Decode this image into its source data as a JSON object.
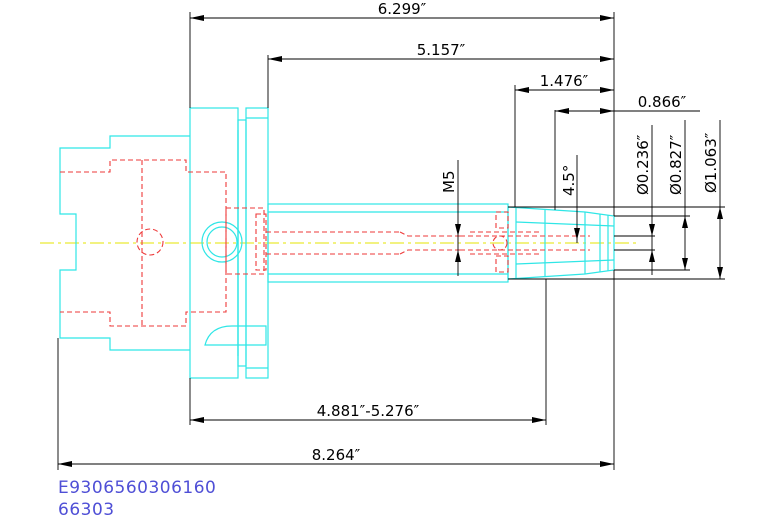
{
  "dimensions": {
    "overall_top": "6.299″",
    "flange_to_end": "5.157″",
    "nose_length": "1.476″",
    "tip_length": "0.866″",
    "thread": "M5",
    "angle": "4.5°",
    "bore_dia": "Ø0.236″",
    "tip_dia": "Ø0.827″",
    "nose_dia": "Ø1.063″",
    "adjust_range": "4.881″-5.276″",
    "overall_length": "8.264″"
  },
  "part_numbers": {
    "order_code": "E9306560306160",
    "item_no": "66303"
  },
  "colors": {
    "outline": "#2fe6e6",
    "hidden": "#ee3a3a",
    "centerline": "#e6e600",
    "dimension": "#000000",
    "code_text": "#4f4fd6"
  }
}
